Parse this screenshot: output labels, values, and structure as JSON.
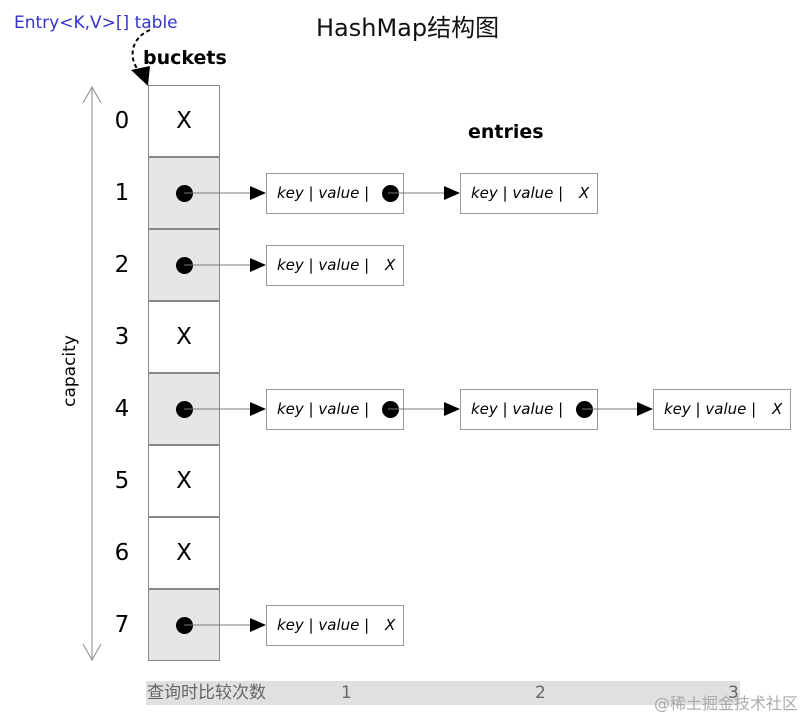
{
  "title": "HashMap结构图",
  "table_label": "Entry<K,V>[] table",
  "buckets_label": "buckets",
  "entries_label": "entries",
  "capacity_label": "capacity",
  "indices": [
    "0",
    "1",
    "2",
    "3",
    "4",
    "5",
    "6",
    "7"
  ],
  "empty_marker": "X",
  "entry_text": "key | value |",
  "footer": {
    "label": "查询时比较次数",
    "n1": "1",
    "n2": "2",
    "n3": "3"
  },
  "watermark": "@稀土掘金技术社区",
  "colors": {
    "label_blue": "#3333cc",
    "filled_bucket": "#e6e6e6",
    "footer_bar": "#e0e0e0"
  }
}
